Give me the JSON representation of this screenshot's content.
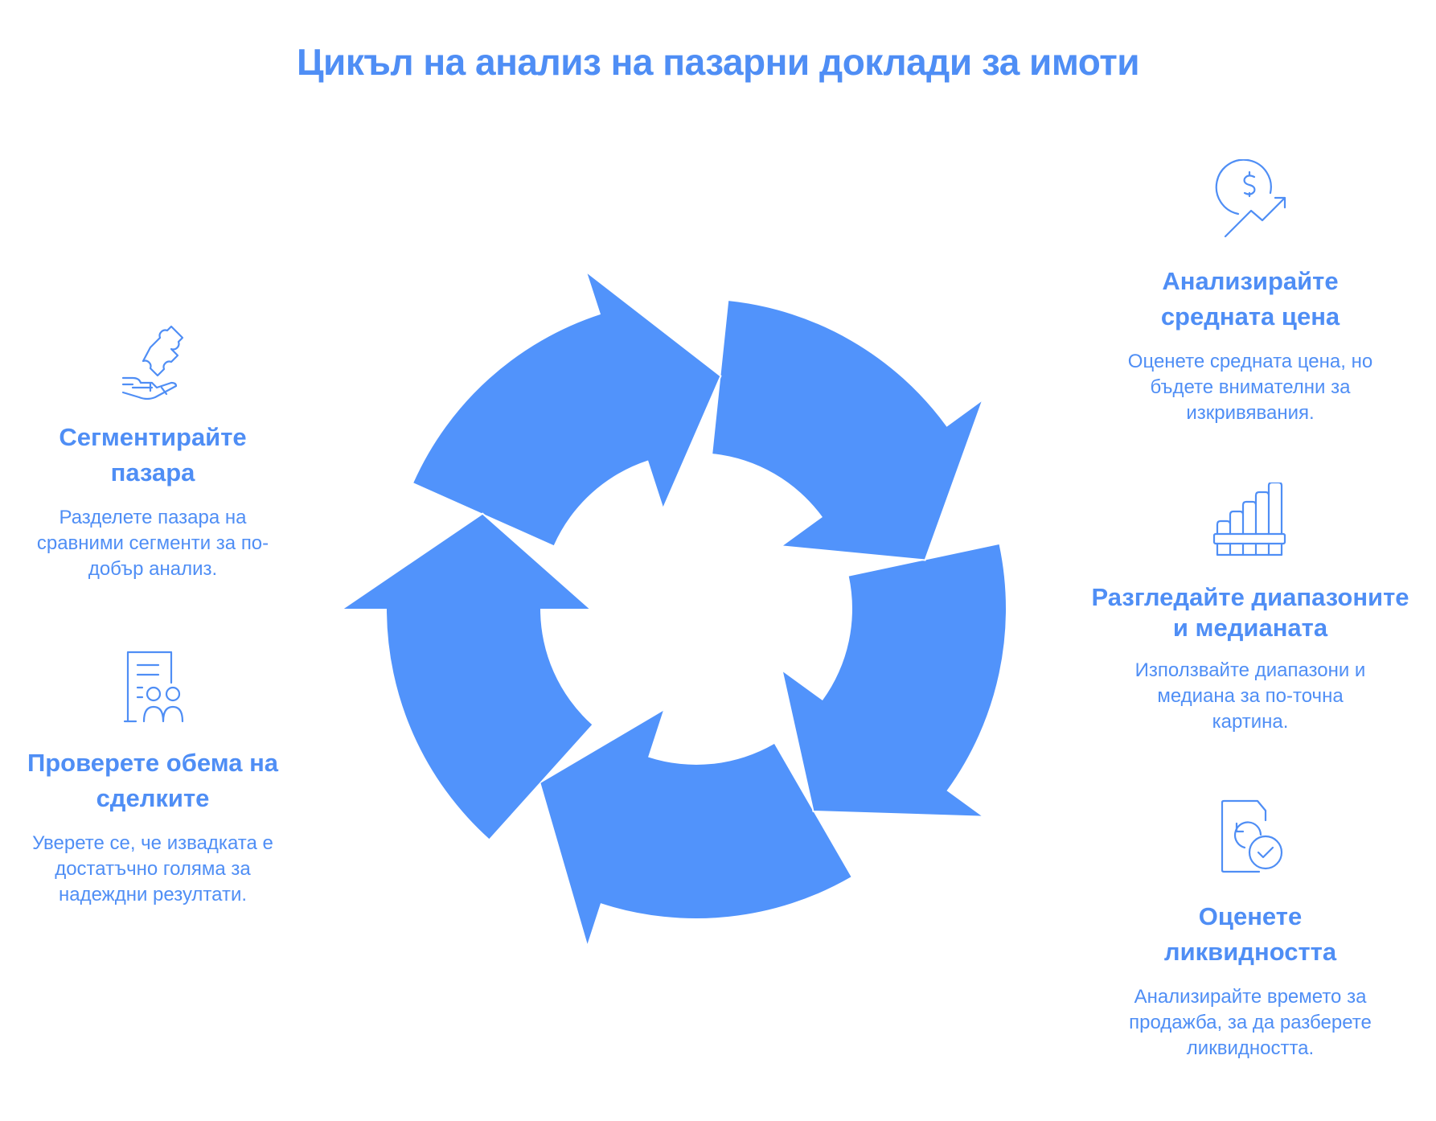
{
  "title": "Цикъл на анализ на пазарни доклади за имоти",
  "colors": {
    "accent": "#4f8ef5",
    "arrow_fill": "#5193fb",
    "arrow_stroke": "#ffffff",
    "background": "#ffffff"
  },
  "cycle": {
    "arrow_count": 5,
    "direction": "clockwise"
  },
  "steps": [
    {
      "icon": "hand-puzzle-icon",
      "heading_lines": [
        "Сегментирайте",
        "пазара"
      ],
      "desc_lines": [
        "Разделете пазара на",
        "сравними сегменти за по-",
        "добър анализ."
      ]
    },
    {
      "icon": "document-people-icon",
      "heading_lines": [
        "Проверете обема на",
        "сделките"
      ],
      "desc_lines": [
        "Уверете се, че извадката е",
        "достатъчно голяма за",
        "надеждни резултати."
      ]
    },
    {
      "icon": "dollar-trend-icon",
      "heading_lines": [
        "Анализирайте",
        "средната цена"
      ],
      "desc_lines": [
        "Оценете средната цена, но",
        "бъдете внимателни за",
        "изкривявания."
      ]
    },
    {
      "icon": "range-bars-icon",
      "heading_lines": [
        "Разгледайте диапазоните",
        "и медианата"
      ],
      "desc_lines": [
        "Използвайте диапазони и",
        "медиана за по-точна",
        "картина."
      ]
    },
    {
      "icon": "document-clock-check-icon",
      "heading_lines": [
        "Оценете",
        "ликвидността"
      ],
      "desc_lines": [
        "Анализирайте времето за",
        "продажба, за да разберете",
        "ликвидността."
      ]
    }
  ]
}
